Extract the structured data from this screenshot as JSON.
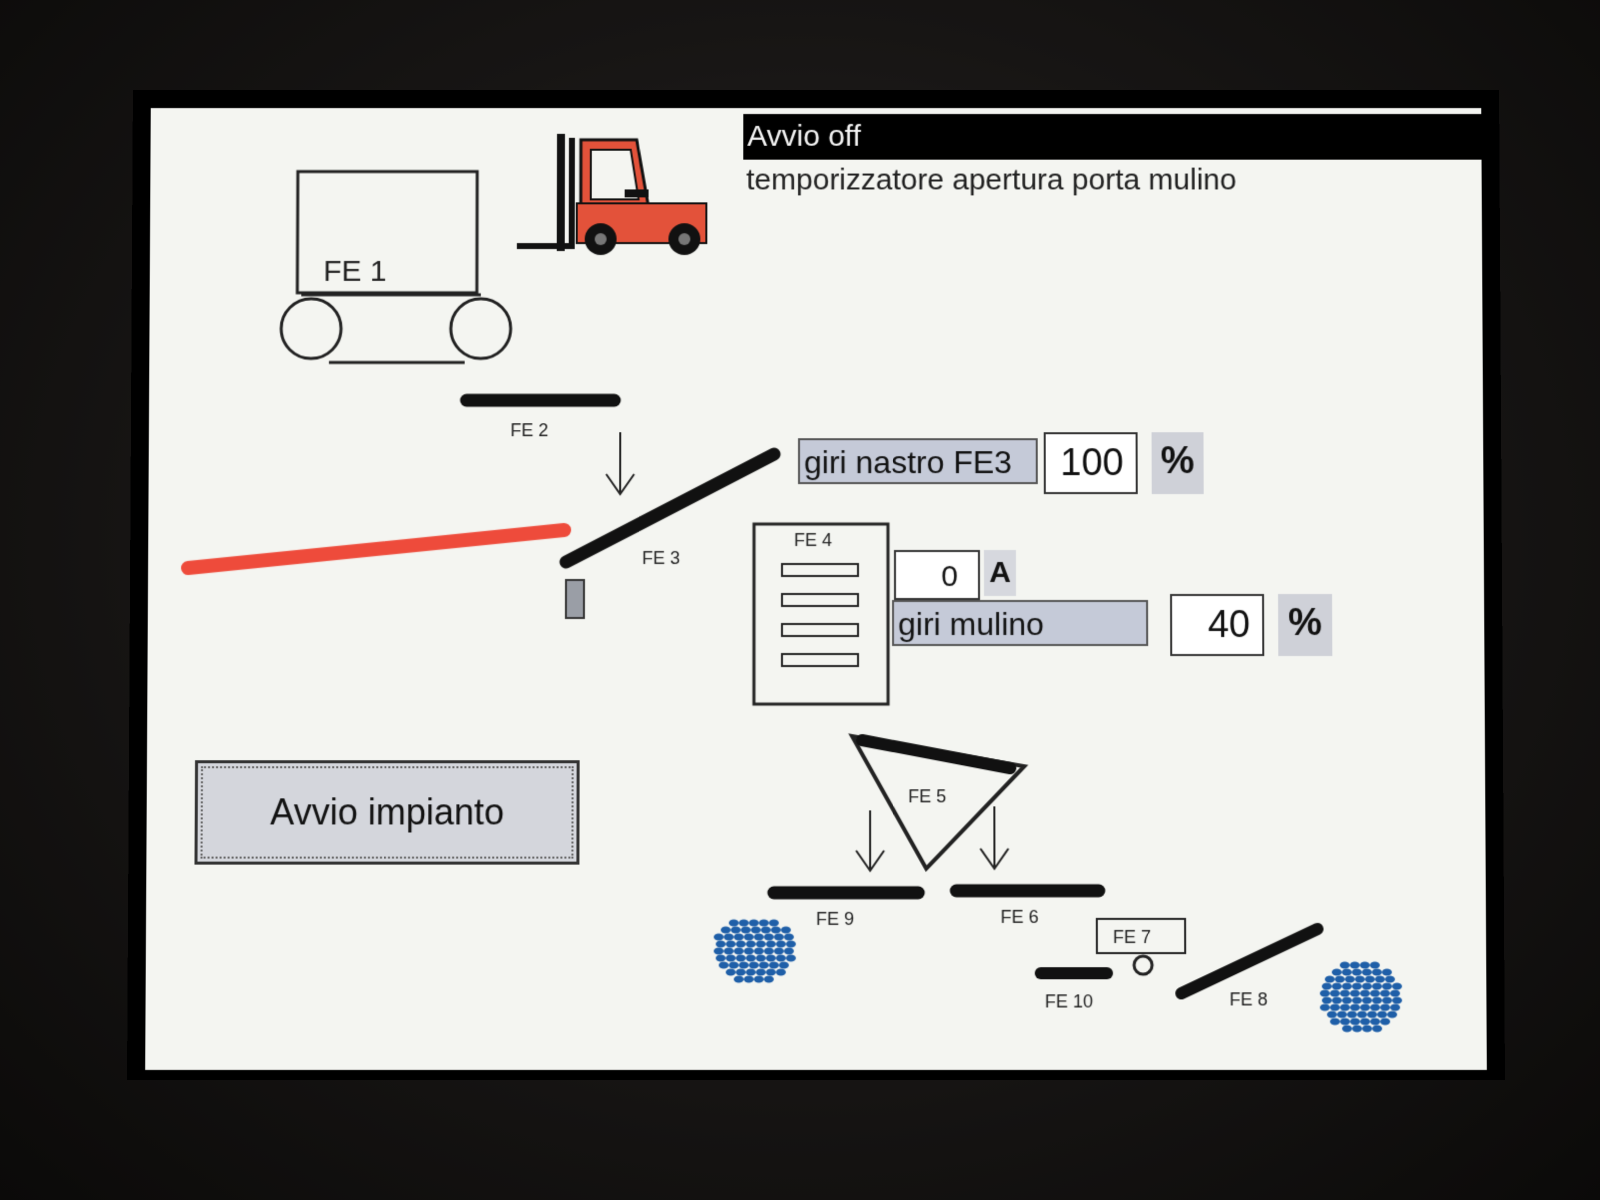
{
  "header": {
    "status_title": "Avvio off",
    "status_message": "temporizzatore apertura porta mulino"
  },
  "equipment": {
    "fe1": "FE 1",
    "fe2": "FE 2",
    "fe3": "FE 3",
    "fe4": "FE 4",
    "fe5": "FE 5",
    "fe6": "FE 6",
    "fe7": "FE 7",
    "fe8": "FE 8",
    "fe9": "FE 9",
    "fe10": "FE 10"
  },
  "parameters": {
    "belt_speed": {
      "label": "giri nastro FE3",
      "value": "100",
      "unit": "%"
    },
    "mill_current": {
      "value": "0",
      "unit": "A"
    },
    "mill_speed": {
      "label": "giri mulino",
      "value": "40",
      "unit": "%"
    }
  },
  "buttons": {
    "start_plant": "Avvio impianto"
  },
  "colors": {
    "forklift": "#e3523a",
    "alarm_line": "#ee4b3b",
    "pellets": "#1f5fa8",
    "param_label_bg": "#c5cad8"
  },
  "icons": [
    "forklift-icon",
    "arrow-down-icon",
    "pellet-pile-icon"
  ]
}
